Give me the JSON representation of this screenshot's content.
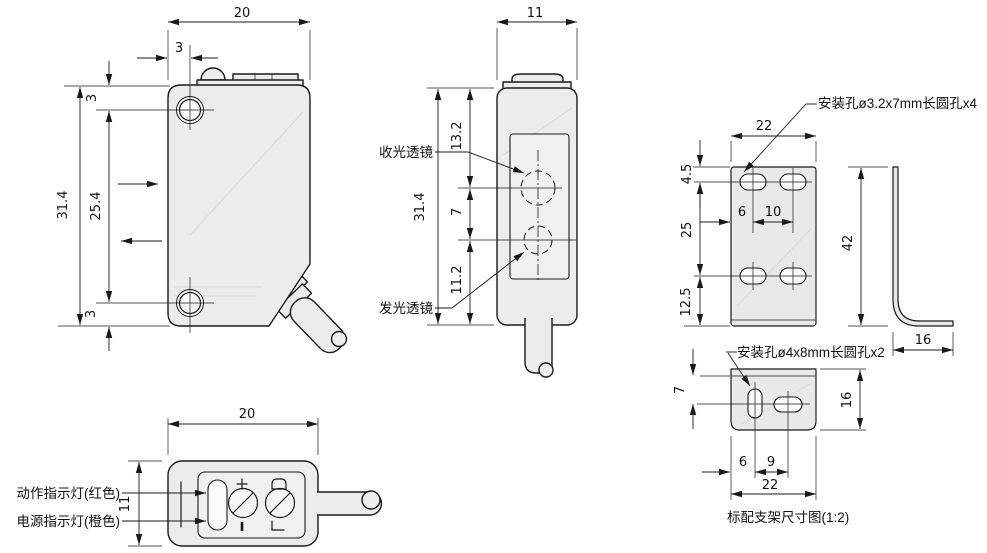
{
  "drawing": {
    "front_view": {
      "dim_width": "20",
      "dim_hole_offset_x": "3",
      "dim_hole_offset_top": "3",
      "dim_height": "31.4",
      "dim_hole_spacing": "25.4",
      "dim_hole_offset_bottom": "3"
    },
    "side_view": {
      "dim_width": "11",
      "dim_height": "31.4",
      "dim_top_to_receiver": "13.2",
      "dim_lens_spacing": "7",
      "dim_emitter_to_bottom": "11.2",
      "label_receiver_lens": "收光透镜",
      "label_emitter_lens": "发光透镜"
    },
    "bottom_view": {
      "dim_width": "20",
      "dim_height": "11",
      "label_operation_indicator": "动作指示灯(红色)",
      "label_power_indicator": "电源指示灯(橙色)"
    },
    "bracket_front_view": {
      "note_mounting_holes": "安装孔ø3.2x7mm长圆孔x4",
      "dim_width": "22",
      "dim_top_to_hole": "4.5",
      "dim_hole_row_spacing": "25",
      "dim_hole_to_bottom": "12.5",
      "dim_edge_to_hole": "6",
      "dim_hole_spacing": "10"
    },
    "bracket_side_view": {
      "dim_height": "42",
      "dim_depth": "16"
    },
    "bracket_bottom_view": {
      "note_mounting_holes": "安装孔ø4x8mm长圆孔x2",
      "dim_top_to_hole": "7",
      "dim_height": "16",
      "dim_edge_to_hole": "6",
      "dim_hole_spacing": "9",
      "dim_width": "22",
      "caption": "标配支架尺寸图(1:2)"
    },
    "colors": {
      "line": "#1a1a1a",
      "body_fill": "#ececec",
      "panel_fill": "#f0f0f0",
      "background": "#ffffff"
    }
  }
}
